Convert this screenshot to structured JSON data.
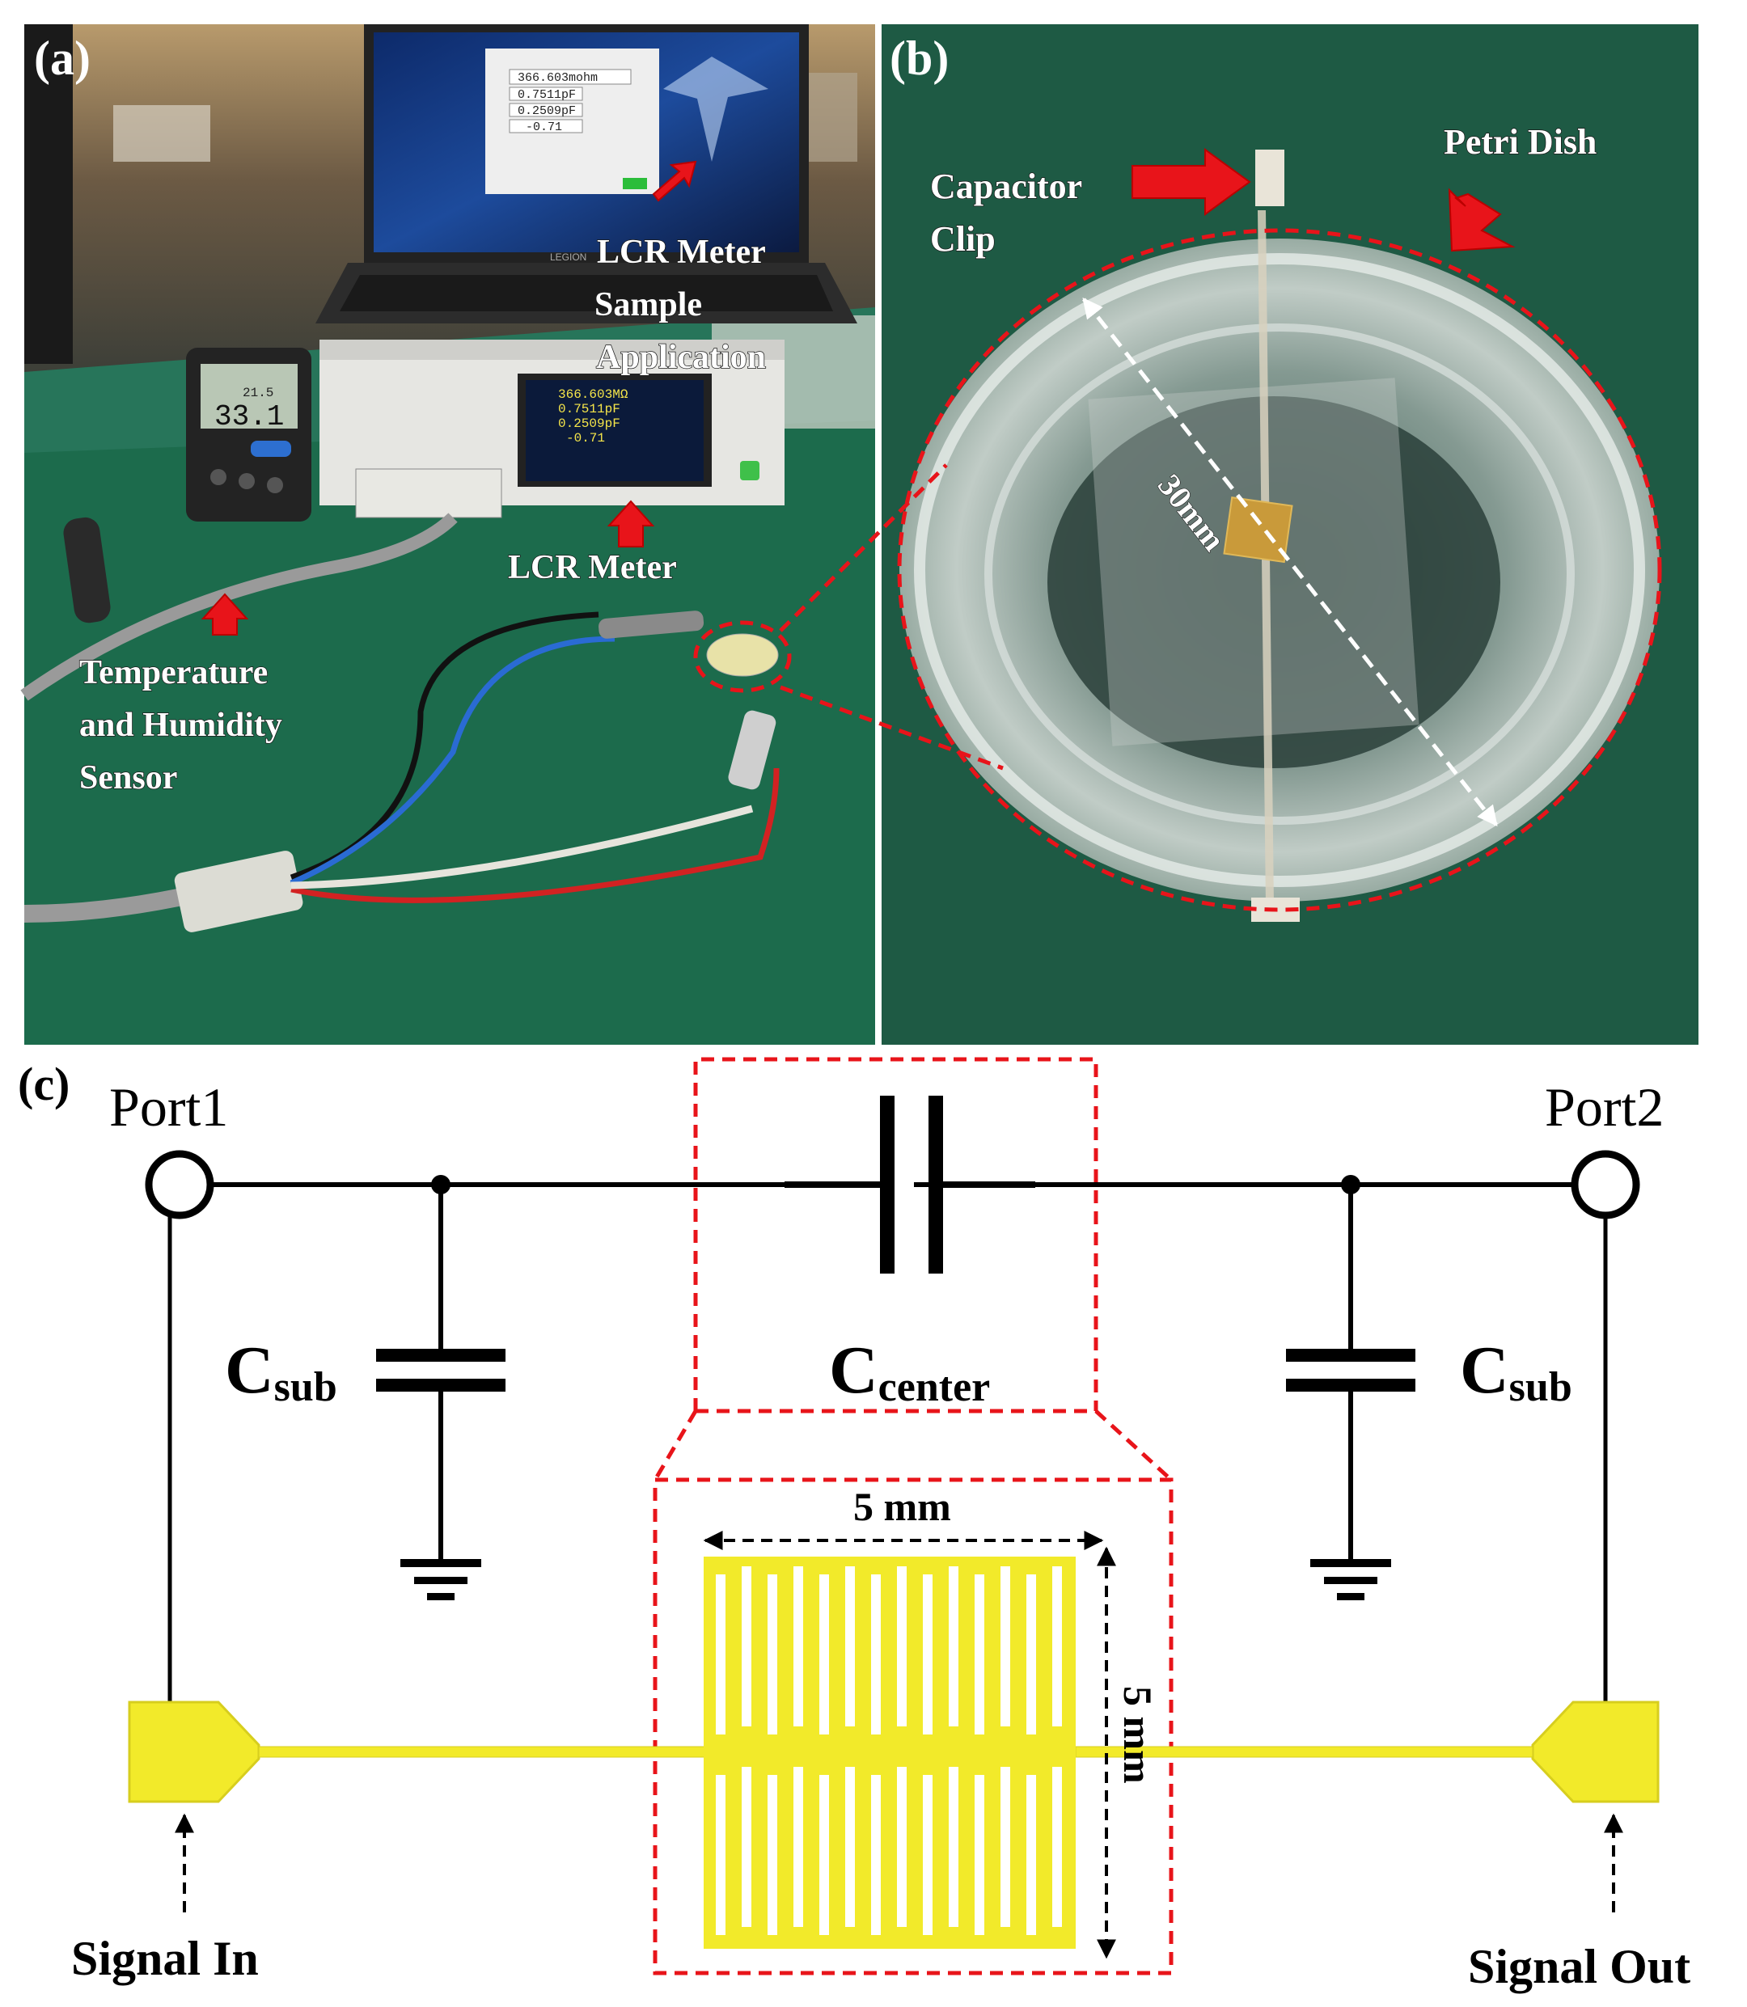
{
  "panel_a": {
    "letter": "(a)",
    "laptop_readout": [
      "366.603mohm",
      "0.7511pF",
      "0.2509pF",
      "-0.71"
    ],
    "laptop_brand": "LEGION",
    "meter_readout": [
      "366.603MΩ",
      "0.7511pF",
      "0.2509pF",
      "-0.71"
    ],
    "thermo_readout": [
      "21.5",
      "33.1"
    ],
    "labels": {
      "app_line1": "LCR Meter",
      "app_line2": "Sample",
      "app_line3": "Application",
      "lcr_meter": "LCR Meter",
      "sensor_line1": "Temperature",
      "sensor_line2": "and Humidity",
      "sensor_line3": "Sensor"
    }
  },
  "panel_b": {
    "letter": "(b)",
    "labels": {
      "capacitor_line1": "Capacitor",
      "capacitor_line2": "Clip",
      "petri_dish": "Petri Dish",
      "dimension": "30mm"
    }
  },
  "panel_c": {
    "letter": "(c)",
    "port1": "Port1",
    "port2": "Port2",
    "c_main": "C",
    "c_sub_left": "sub",
    "c_sub_right": "sub",
    "c_center": "center",
    "width_label": "5 mm",
    "height_label": "5 mm",
    "signal_in": "Signal In",
    "signal_out": "Signal Out"
  },
  "colors": {
    "annotation_red": "#e8141a",
    "electrode_yellow": "#f2ea2a",
    "bench_green": "#1c6b4c",
    "petri_background": "#1e5a44"
  }
}
